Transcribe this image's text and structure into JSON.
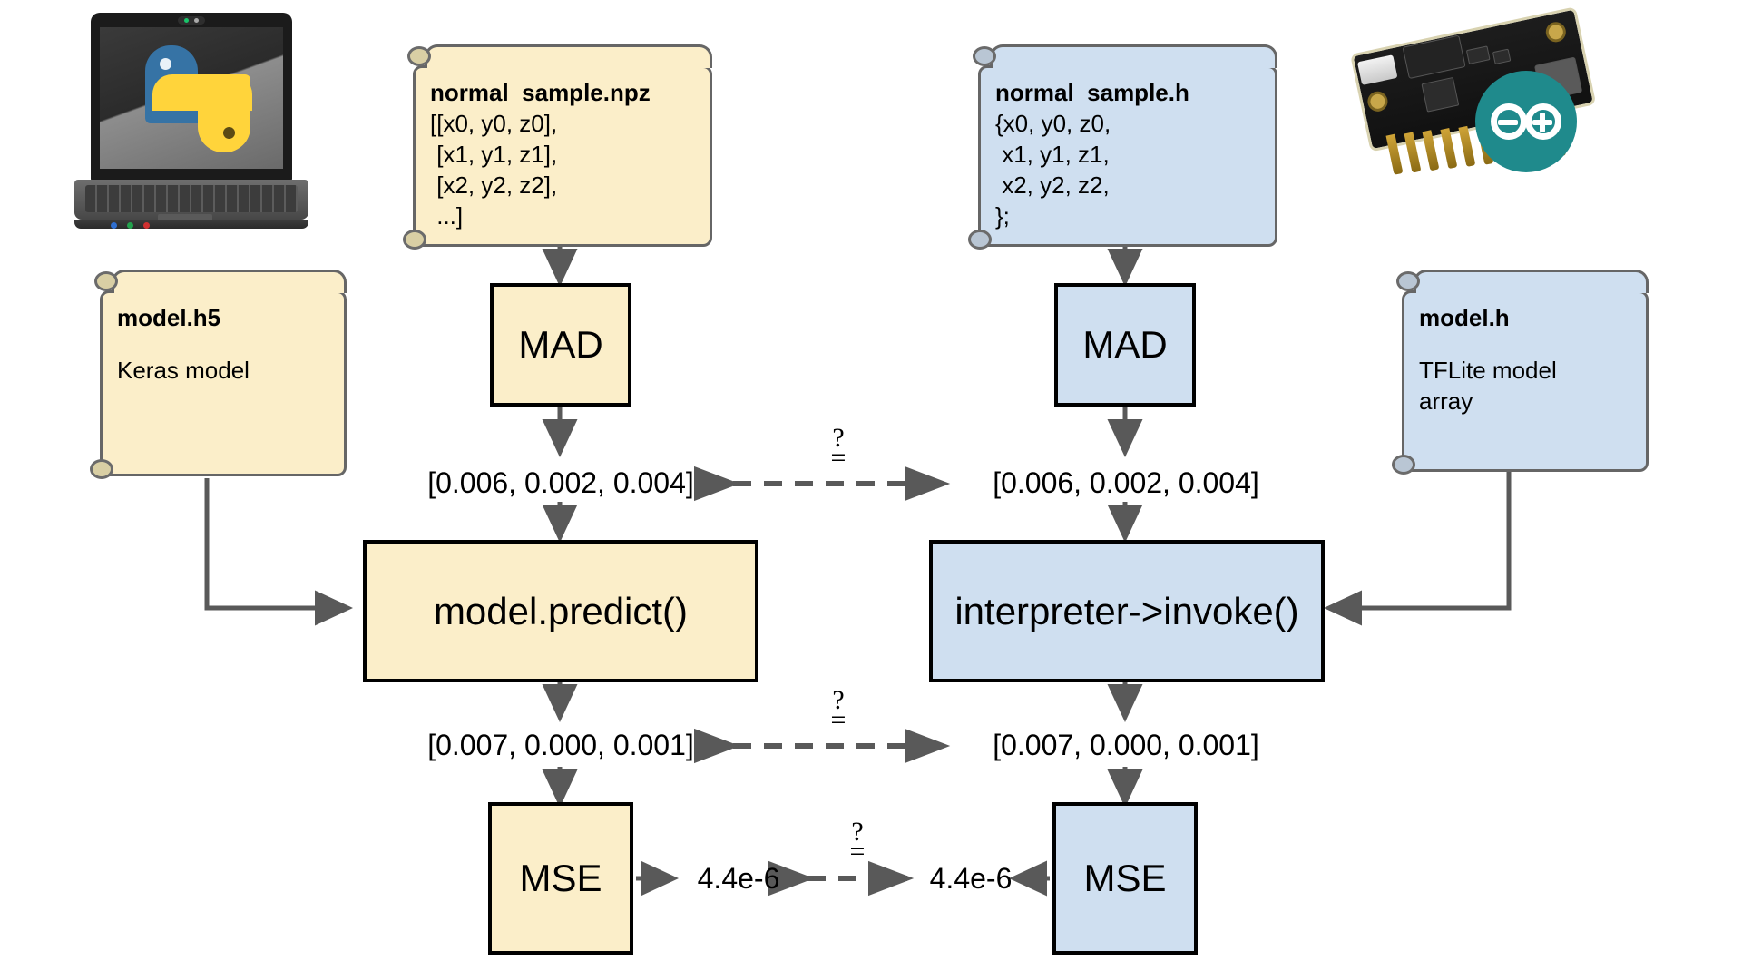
{
  "diagram": {
    "title": "Keras vs TFLite-Micro inference comparison",
    "colors": {
      "python_side_fill": "#fbeec9",
      "arduino_side_fill": "#cfdff0",
      "note_border": "#666666",
      "box_border": "#000000",
      "arrow": "#595959",
      "arduino_teal": "#1f8a8c",
      "python_blue": "#3673a5",
      "python_yellow": "#ffd43b"
    }
  },
  "left_column": {
    "platform_icon": "python-laptop-image",
    "data_note": {
      "title": "normal_sample.npz",
      "body": "[[x0, y0, z0],\n [x1, y1, z1],\n [x2, y2, z2],\n ...]"
    },
    "model_note": {
      "title": "model.h5",
      "body": "Keras model"
    },
    "preprocess_box": "MAD",
    "features_value": "[0.006, 0.002, 0.004]",
    "inference_box": "model.predict()",
    "prediction_value": "[0.007, 0.000, 0.001]",
    "metric_box": "MSE",
    "metric_value": "4.4e-6"
  },
  "right_column": {
    "platform_icon": "arduino-nano-board-image",
    "data_note": {
      "title": "normal_sample.h",
      "body": "{x0, y0, z0,\n x1, y1, z1,\n x2, y2, z2,\n};"
    },
    "model_note": {
      "title": "model.h",
      "body": "TFLite model\narray"
    },
    "preprocess_box": "MAD",
    "features_value": "[0.006, 0.002, 0.004]",
    "inference_box": "interpreter->invoke()",
    "prediction_value": "[0.007, 0.000, 0.001]",
    "metric_box": "MSE",
    "metric_value": "4.4e-6"
  },
  "comparisons": [
    {
      "label": "?\n=",
      "name": "features-equality-check"
    },
    {
      "label": "?\n=",
      "name": "prediction-equality-check"
    },
    {
      "label": "?\n=",
      "name": "metric-equality-check"
    }
  ]
}
